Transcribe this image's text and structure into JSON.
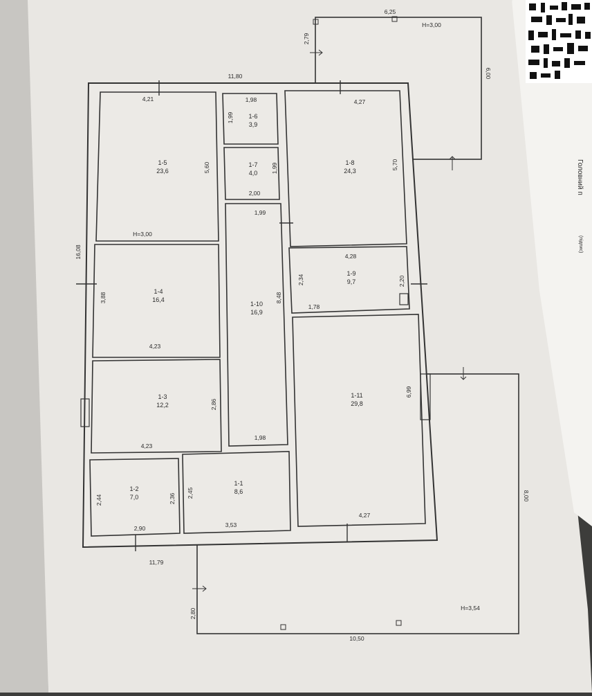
{
  "rooms": [
    {
      "id": "1-5",
      "area": "23,6"
    },
    {
      "id": "1-6",
      "area": "3,9"
    },
    {
      "id": "1-7",
      "area": "4,0"
    },
    {
      "id": "1-8",
      "area": "24,3"
    },
    {
      "id": "1-4",
      "area": "16,4"
    },
    {
      "id": "1-10",
      "area": "16,9"
    },
    {
      "id": "1-9",
      "area": "9,7"
    },
    {
      "id": "1-3",
      "area": "12,2"
    },
    {
      "id": "1-11",
      "area": "29,8"
    },
    {
      "id": "1-2",
      "area": "7,0"
    },
    {
      "id": "1-1",
      "area": "8,6"
    }
  ],
  "dimensions": {
    "top_width": "11,80",
    "left_height": "16,08",
    "bottom_width": "11,79",
    "r5_width": "4,21",
    "r5_height": "5,60",
    "r5_ceiling": "H=3,00",
    "r6_width": "1,98",
    "r6_height": "1,99",
    "r7_height": "1,99",
    "r7_width": "2,00",
    "r8_width": "4,27",
    "r8_height": "5,70",
    "r4_height": "3,88",
    "r4_width": "4,23",
    "r10_top": "1,99",
    "r10_height": "8,48",
    "r10_bottom": "1,98",
    "r9_width": "4,28",
    "r9_left": "2,34",
    "r9_right": "2,20",
    "r9_bottom": "1,78",
    "r3_height": "2,86",
    "r3_width": "4,23",
    "r11_height": "6,99",
    "r11_width": "4,27",
    "r2_left": "2,44",
    "r2_right": "2,36",
    "r2_width": "2,90",
    "r1_left": "2,45",
    "r1_width": "3,53",
    "terrace1_width": "6,25",
    "terrace1_height": "6,00",
    "terrace1_left": "2,79",
    "terrace1_ceiling": "H=3,00",
    "terrace2_height": "8,00",
    "terrace2_left": "2,80",
    "terrace2_width": "10,50",
    "terrace2_ceiling": "H=3,54"
  },
  "side_text": {
    "vertical_title": "Головний п",
    "small_note": "(підпис)"
  }
}
